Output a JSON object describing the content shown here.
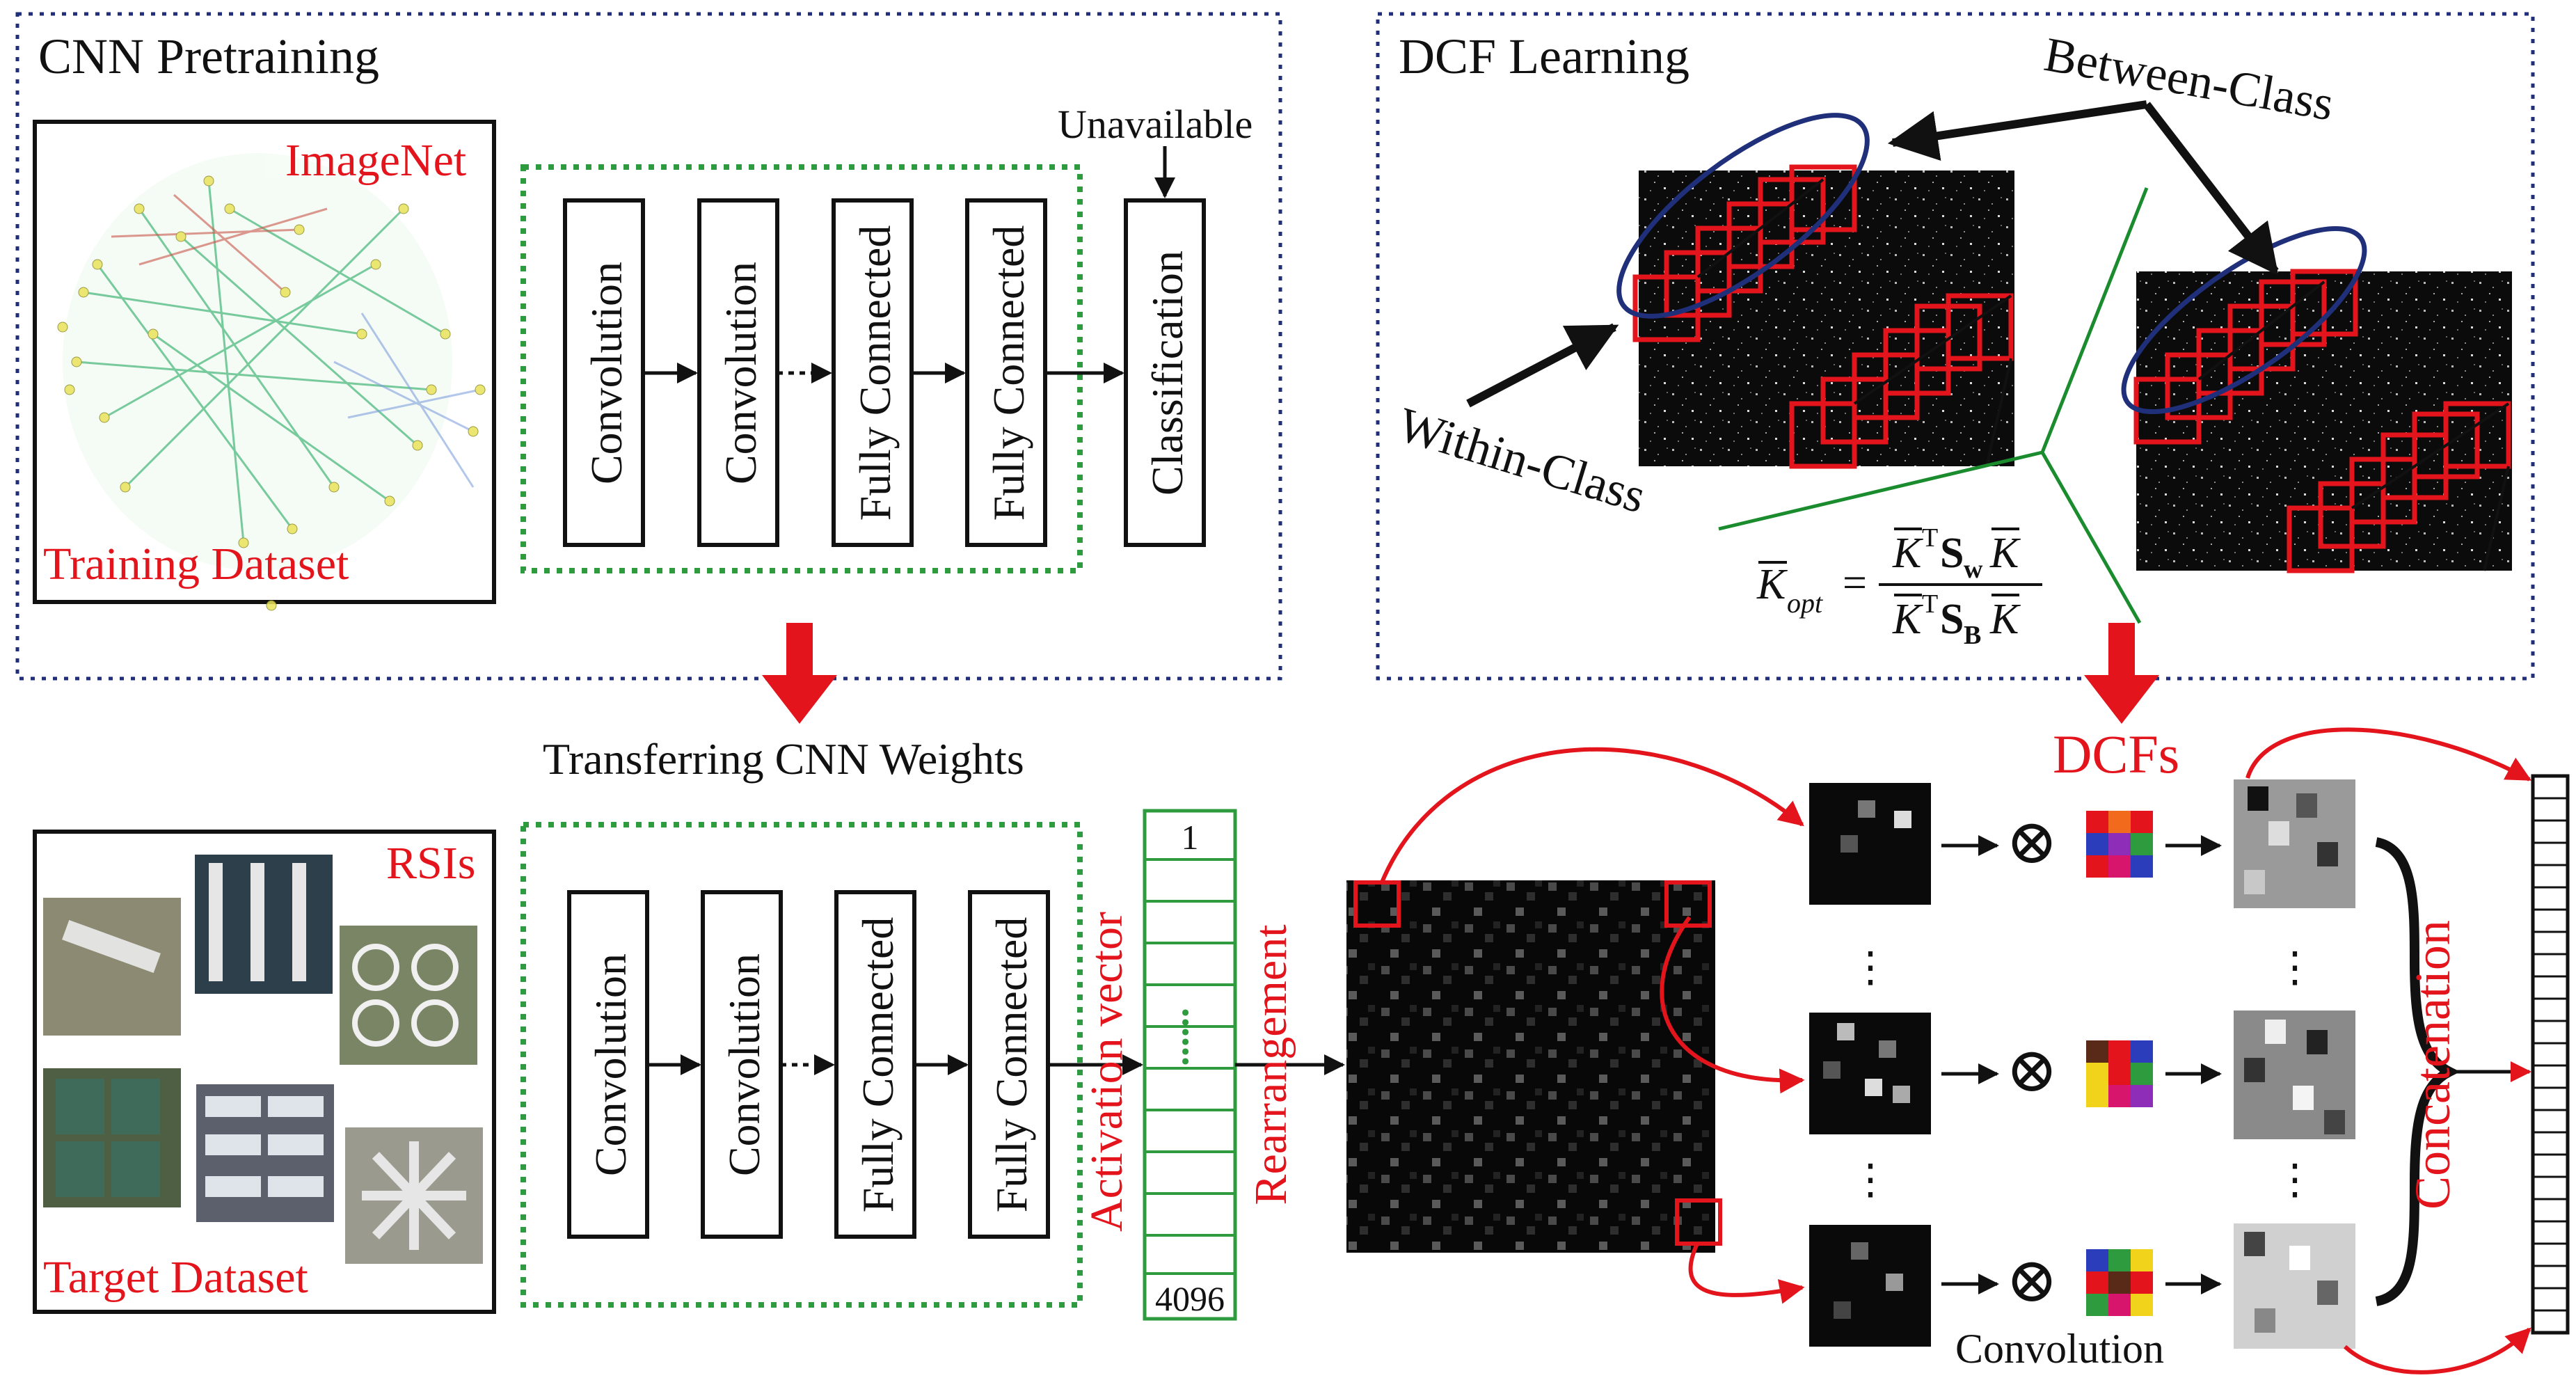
{
  "top_left": {
    "title": "CNN Pretraining",
    "dataset_label_top": "ImageNet",
    "dataset_label_bottom": "Training Dataset",
    "unavailable": "Unavailable",
    "layers": [
      "Convolution",
      "Convolution",
      "Fully Connected",
      "Fully Connected",
      "Classification"
    ]
  },
  "top_right": {
    "title": "DCF Learning",
    "between": "Between-Class",
    "within": "Within-Class",
    "formula": {
      "lhs_sub": "opt",
      "num_left": "T",
      "num_matrix": "S",
      "num_sub": "w",
      "den_left": "T",
      "den_matrix": "S",
      "den_sub": "B",
      "symbol": "K",
      "eq": "="
    }
  },
  "transfer_label": "Transferring CNN Weights",
  "bottom_left": {
    "label_top": "RSIs",
    "label_bottom": "Target Dataset",
    "layers": [
      "Convolution",
      "Convolution",
      "Fully Connected",
      "Fully Connected"
    ]
  },
  "activation": {
    "label": "Activation vector",
    "first": "1",
    "last": "4096",
    "dots": "......"
  },
  "rearrangement": "Rearrangement",
  "dcfs": "DCFs",
  "convolution": "Convolution",
  "concatenation": "Concatenation",
  "otimes": "⊗",
  "vdots": "⋮",
  "colors": {
    "panel_border": "#1f2f7a",
    "dashed_green": "#2e9b3e",
    "red": "#e3141b",
    "dark": "#111111",
    "green_line": "#1a8c2e"
  }
}
